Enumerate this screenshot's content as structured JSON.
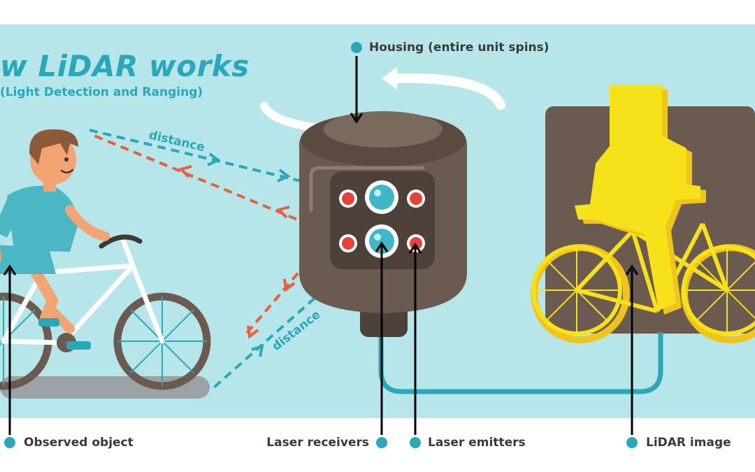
{
  "title": "w LiDAR works",
  "subtitle": "(Light Detection and Ranging)",
  "labels": {
    "housing": "Housing (entire unit spins)",
    "observed_object": "Observed object",
    "laser_receivers": "Laser receivers",
    "laser_emitters": "Laser emitters",
    "lidar_image": "LiDAR image",
    "distance_top": "distance",
    "distance_bottom": "distance"
  },
  "colors": {
    "background": "#b6e6e9",
    "accent": "#2aa7b9",
    "laser": "#e8603b",
    "housing": "#6a5a4f",
    "lidar_image": "#f6e11a",
    "text": "#3d3935"
  },
  "icons": [
    "cyclist-illustration",
    "lidar-housing-illustration",
    "lidar-image-illustration",
    "rotation-arrow-icon"
  ]
}
